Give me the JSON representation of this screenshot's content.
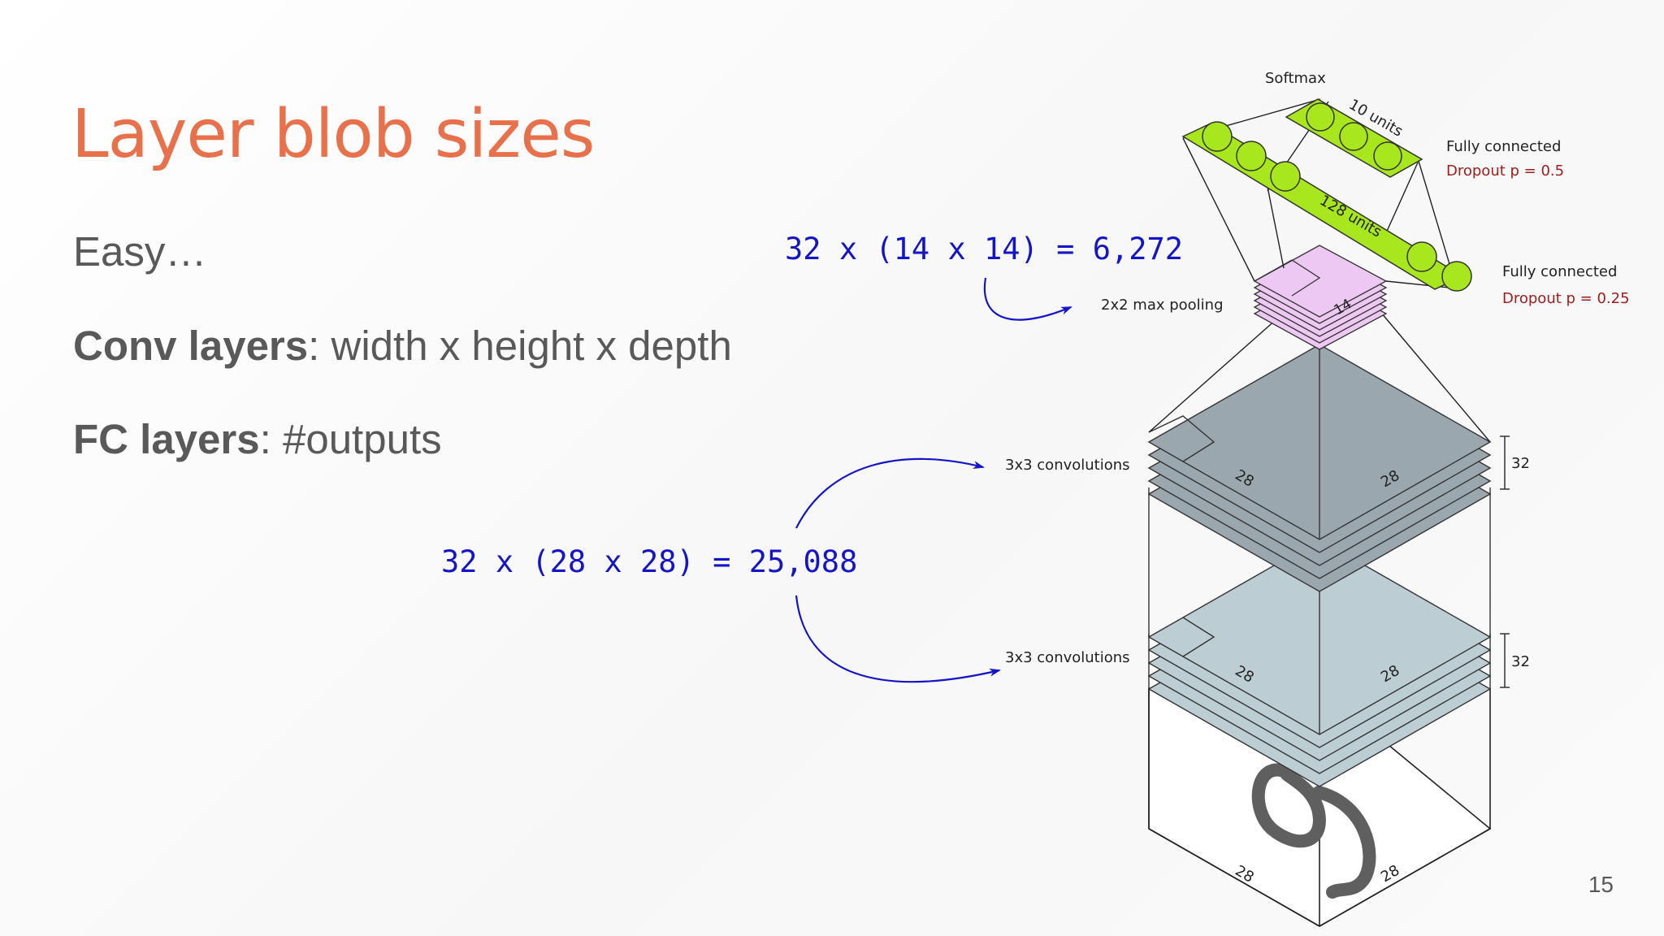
{
  "slide": {
    "title": "Layer blob sizes",
    "easy": "Easy…",
    "conv_term": "Conv layers",
    "conv_desc": ": width x height x depth",
    "fc_term": "FC layers",
    "fc_desc": ": #outputs",
    "page_number": "15"
  },
  "annotations": {
    "pool_formula": "32 x (14 x 14) = 6,272",
    "conv_formula": "32 x (28 x 28) = 25,088"
  },
  "diagram": {
    "softmax": "Softmax",
    "units10": "10 units",
    "units128": "128 units",
    "fc1": "Fully connected",
    "dropout1": "Dropout p = 0.5",
    "fc2": "Fully connected",
    "dropout2": "Dropout p = 0.25",
    "pooling": "2x2 max pooling",
    "conv_top": "3x3 convolutions",
    "conv_bottom": "3x3 convolutions",
    "pool_size": "14",
    "dim_28": "28",
    "depth_32": "32"
  },
  "colors": {
    "title": "#e8704a",
    "formula": "#1414c8",
    "fc_green": "#a8e61d",
    "pool_pink": "#ecc8f2",
    "conv_dark": "#9aa7ae",
    "conv_light": "#bccdd4",
    "dropout_red": "#a01e1e"
  }
}
